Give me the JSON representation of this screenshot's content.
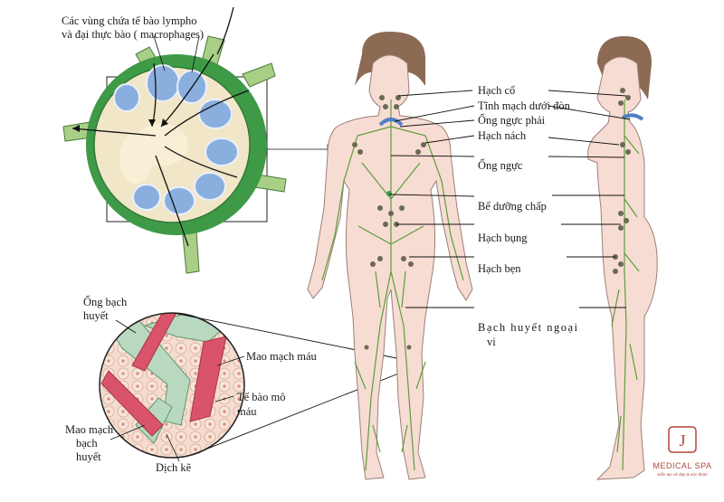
{
  "labels": {
    "node_cells": "Các vùng chứa tế bào lympho",
    "node_cells2": "và đại thực bào ( macrophages)",
    "hach_co": "Hạch cổ",
    "tinh_mach": "Tĩnh mạch dưới đòn",
    "ong_nguc_phai": "Ống ngực phải",
    "hach_nach": "Hạch nách",
    "ong_nguc": "Ống ngực",
    "be_duong_chap": "Bể dưỡng chấp",
    "hach_bung": "Hạch bụng",
    "hach_ben": "Hạch bẹn",
    "bach_huyet_1": "Bạch huyết ngoại",
    "bach_huyet_2": "vi",
    "ong_bach_huyet_1": "Ống bạch",
    "ong_bach_huyet_2": "huyết",
    "mao_mach_mau": "Mao mạch máu",
    "te_bao_mo_1": "Tế bào mô",
    "te_bao_mo_2": "máu",
    "mao_mach_bh_1": "Mao mạch",
    "mao_mach_bh_2": "bạch",
    "mao_mach_bh_3": "huyết",
    "dich_ke": "Dịch kẽ"
  },
  "logo": {
    "name": "MEDICAL SPA",
    "tagline": "Kiến tạo vẻ đẹp & sức khỏe"
  },
  "colors": {
    "node_outer": "#3f9a48",
    "node_inner": "#f2e6c8",
    "lymph_zone": "#8aaede",
    "vessel": "#a9cf86",
    "skin": "#f7dcd3",
    "hair": "#8c6a54",
    "lymph_net": "#5c9e3c",
    "lymph_node": "#6a6a55",
    "subclavian": "#4f7fc4",
    "blood_cap": "#d9546a",
    "logo": "#b0463c"
  }
}
